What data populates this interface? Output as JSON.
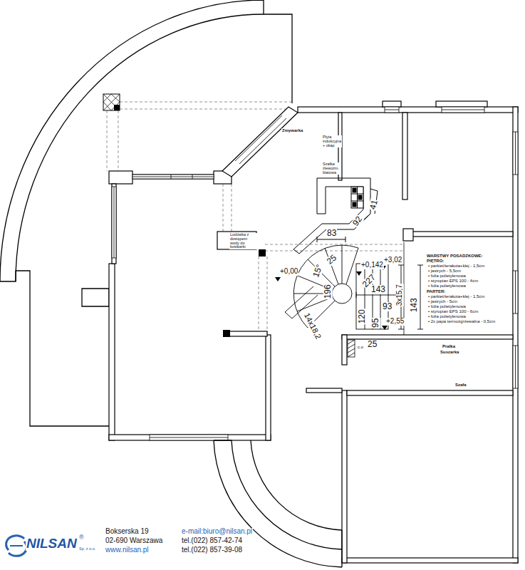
{
  "diagram": {
    "labels": [
      "Zmywarka",
      "Płyta indukcyjna + okap",
      "Szafka zlewozm. blatowa",
      "Lodówka z dostępem wody do kostkarki",
      "83",
      "92",
      "41",
      "15°",
      "25",
      "+0,142",
      "+3,02",
      "+0,00",
      "227",
      "196",
      "143",
      "3x15,7",
      "143",
      "120",
      "93",
      "95",
      "+2,55",
      "14x18,2",
      "25",
      "c.o",
      "WARSTWY POSADZKOWE:",
      "PIĘTRO:",
      "• parkiet/terakota+klej - 1,5cm",
      "• jastrych - 5,5cm",
      "• folia polietylenowa",
      "• styropian EPS 100 - 4cm",
      "• folia polietylenowa",
      "PARTER:",
      "• parkiet/terakota+klej - 1,5cm",
      "• jastrych - 5cm",
      "• folia polietylenowa",
      "• styropian EPS 100 - 6cm",
      "• folia polietylenowa",
      "• 2x papa termozgrzewalna - 0,5cm",
      "Pralka",
      "Suszarka",
      "Szafa",
      "NILSAN",
      "®",
      "Sp. z o.o.",
      "Bokserska 19",
      "02-690 Warszawa",
      "www.nilsan.pl",
      "e-mail:biuro@nilsan.pl",
      "tel.(022) 857-42-74",
      "tel.(022) 857-39-08"
    ]
  }
}
